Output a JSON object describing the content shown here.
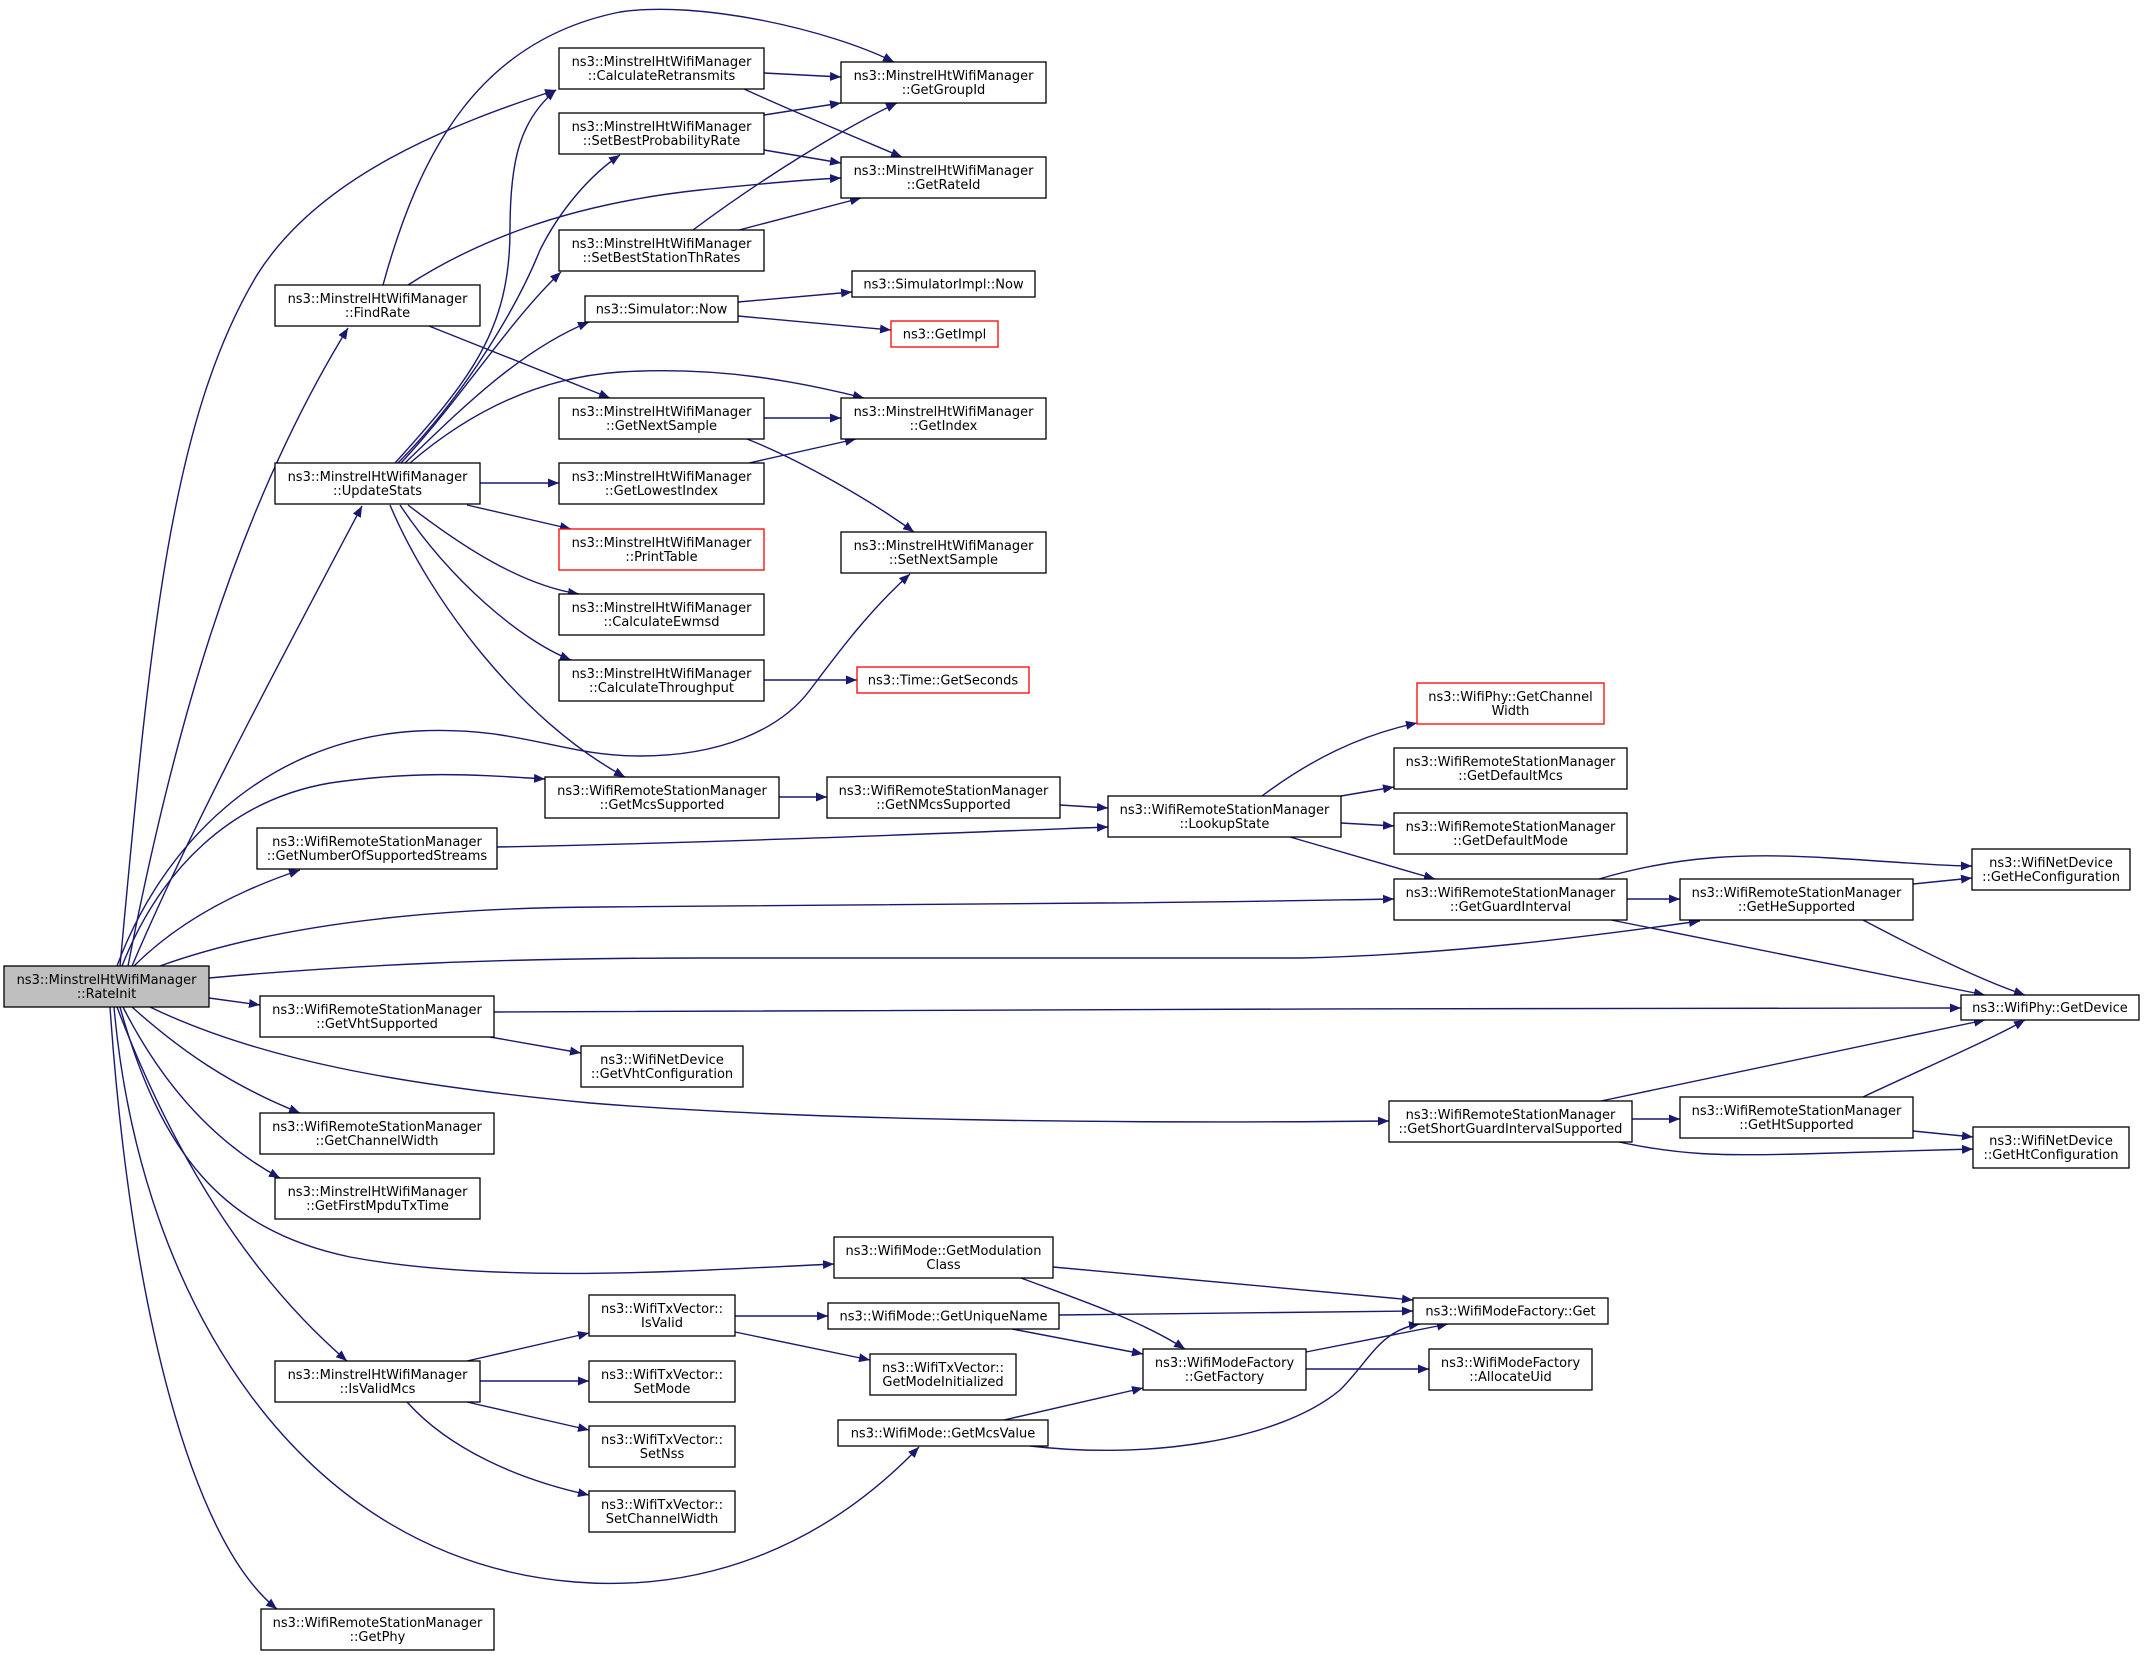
{
  "graph": {
    "type": "call-graph",
    "root": "rate_init",
    "colors": {
      "background": "#ffffff",
      "edge": "#191970",
      "node_border": "#000000",
      "node_fill": "#ffffff",
      "root_fill": "#bfbfbf",
      "truncated_border": "#ff0000",
      "text": "#000000"
    },
    "nodes": [
      {
        "id": "rate_init",
        "kind": "root",
        "lines": [
          "ns3::MinstrelHtWifiManager",
          "::RateInit"
        ]
      },
      {
        "id": "find_rate",
        "kind": "normal",
        "lines": [
          "ns3::MinstrelHtWifiManager",
          "::FindRate"
        ]
      },
      {
        "id": "update_stats",
        "kind": "normal",
        "lines": [
          "ns3::MinstrelHtWifiManager",
          "::UpdateStats"
        ]
      },
      {
        "id": "calculate_retransmits",
        "kind": "normal",
        "lines": [
          "ns3::MinstrelHtWifiManager",
          "::CalculateRetransmits"
        ]
      },
      {
        "id": "set_best_probability_rate",
        "kind": "normal",
        "lines": [
          "ns3::MinstrelHtWifiManager",
          "::SetBestProbabilityRate"
        ]
      },
      {
        "id": "set_best_station_th_rates",
        "kind": "normal",
        "lines": [
          "ns3::MinstrelHtWifiManager",
          "::SetBestStationThRates"
        ]
      },
      {
        "id": "simulator_now",
        "kind": "normal",
        "lines": [
          "ns3::Simulator::Now"
        ]
      },
      {
        "id": "get_next_sample",
        "kind": "normal",
        "lines": [
          "ns3::MinstrelHtWifiManager",
          "::GetNextSample"
        ]
      },
      {
        "id": "get_lowest_index",
        "kind": "normal",
        "lines": [
          "ns3::MinstrelHtWifiManager",
          "::GetLowestIndex"
        ]
      },
      {
        "id": "print_table",
        "kind": "truncated",
        "lines": [
          "ns3::MinstrelHtWifiManager",
          "::PrintTable"
        ]
      },
      {
        "id": "calculate_ewmsd",
        "kind": "normal",
        "lines": [
          "ns3::MinstrelHtWifiManager",
          "::CalculateEwmsd"
        ]
      },
      {
        "id": "calculate_throughput",
        "kind": "normal",
        "lines": [
          "ns3::MinstrelHtWifiManager",
          "::CalculateThroughput"
        ]
      },
      {
        "id": "get_group_id",
        "kind": "normal",
        "lines": [
          "ns3::MinstrelHtWifiManager",
          "::GetGroupId"
        ]
      },
      {
        "id": "get_rate_id",
        "kind": "normal",
        "lines": [
          "ns3::MinstrelHtWifiManager",
          "::GetRateId"
        ]
      },
      {
        "id": "simulator_impl_now",
        "kind": "normal",
        "lines": [
          "ns3::SimulatorImpl::Now"
        ]
      },
      {
        "id": "get_impl",
        "kind": "truncated",
        "lines": [
          "ns3::GetImpl"
        ]
      },
      {
        "id": "get_index",
        "kind": "normal",
        "lines": [
          "ns3::MinstrelHtWifiManager",
          "::GetIndex"
        ]
      },
      {
        "id": "set_next_sample",
        "kind": "normal",
        "lines": [
          "ns3::MinstrelHtWifiManager",
          "::SetNextSample"
        ]
      },
      {
        "id": "time_get_seconds",
        "kind": "truncated",
        "lines": [
          "ns3::Time::GetSeconds"
        ]
      },
      {
        "id": "get_mcs_supported",
        "kind": "normal",
        "lines": [
          "ns3::WifiRemoteStationManager",
          "::GetMcsSupported"
        ]
      },
      {
        "id": "get_number_of_supported_streams",
        "kind": "normal",
        "lines": [
          "ns3::WifiRemoteStationManager",
          "::GetNumberOfSupportedStreams"
        ]
      },
      {
        "id": "get_n_mcs_supported",
        "kind": "normal",
        "lines": [
          "ns3::WifiRemoteStationManager",
          "::GetNMcsSupported"
        ]
      },
      {
        "id": "lookup_state",
        "kind": "normal",
        "lines": [
          "ns3::WifiRemoteStationManager",
          "::LookupState"
        ]
      },
      {
        "id": "phy_get_channel_width",
        "kind": "truncated",
        "lines": [
          "ns3::WifiPhy::GetChannel",
          "Width"
        ]
      },
      {
        "id": "get_default_mcs",
        "kind": "normal",
        "lines": [
          "ns3::WifiRemoteStationManager",
          "::GetDefaultMcs"
        ]
      },
      {
        "id": "get_default_mode",
        "kind": "normal",
        "lines": [
          "ns3::WifiRemoteStationManager",
          "::GetDefaultMode"
        ]
      },
      {
        "id": "get_guard_interval",
        "kind": "normal",
        "lines": [
          "ns3::WifiRemoteStationManager",
          "::GetGuardInterval"
        ]
      },
      {
        "id": "get_he_supported",
        "kind": "normal",
        "lines": [
          "ns3::WifiRemoteStationManager",
          "::GetHeSupported"
        ]
      },
      {
        "id": "get_he_configuration",
        "kind": "normal",
        "lines": [
          "ns3::WifiNetDevice",
          "::GetHeConfiguration"
        ]
      },
      {
        "id": "phy_get_device",
        "kind": "normal",
        "lines": [
          "ns3::WifiPhy::GetDevice"
        ]
      },
      {
        "id": "get_vht_supported",
        "kind": "normal",
        "lines": [
          "ns3::WifiRemoteStationManager",
          "::GetVhtSupported"
        ]
      },
      {
        "id": "get_vht_configuration",
        "kind": "normal",
        "lines": [
          "ns3::WifiNetDevice",
          "::GetVhtConfiguration"
        ]
      },
      {
        "id": "get_short_guard_interval_supported",
        "kind": "normal",
        "lines": [
          "ns3::WifiRemoteStationManager",
          "::GetShortGuardIntervalSupported"
        ]
      },
      {
        "id": "get_ht_supported",
        "kind": "normal",
        "lines": [
          "ns3::WifiRemoteStationManager",
          "::GetHtSupported"
        ]
      },
      {
        "id": "get_ht_configuration",
        "kind": "normal",
        "lines": [
          "ns3::WifiNetDevice",
          "::GetHtConfiguration"
        ]
      },
      {
        "id": "rsm_get_channel_width",
        "kind": "normal",
        "lines": [
          "ns3::WifiRemoteStationManager",
          "::GetChannelWidth"
        ]
      },
      {
        "id": "get_first_mpdu_tx_time",
        "kind": "normal",
        "lines": [
          "ns3::MinstrelHtWifiManager",
          "::GetFirstMpduTxTime"
        ]
      },
      {
        "id": "get_modulation_class",
        "kind": "normal",
        "lines": [
          "ns3::WifiMode::GetModulation",
          "Class"
        ]
      },
      {
        "id": "wifi_mode_factory_get",
        "kind": "normal",
        "lines": [
          "ns3::WifiModeFactory::Get"
        ]
      },
      {
        "id": "is_valid",
        "kind": "normal",
        "lines": [
          "ns3::WifiTxVector::",
          "IsValid"
        ]
      },
      {
        "id": "get_unique_name",
        "kind": "normal",
        "lines": [
          "ns3::WifiMode::GetUniqueName"
        ]
      },
      {
        "id": "get_mode_initialized",
        "kind": "normal",
        "lines": [
          "ns3::WifiTxVector::",
          "GetModeInitialized"
        ]
      },
      {
        "id": "get_factory",
        "kind": "normal",
        "lines": [
          "ns3::WifiModeFactory",
          "::GetFactory"
        ]
      },
      {
        "id": "allocate_uid",
        "kind": "normal",
        "lines": [
          "ns3::WifiModeFactory",
          "::AllocateUid"
        ]
      },
      {
        "id": "is_valid_mcs",
        "kind": "normal",
        "lines": [
          "ns3::MinstrelHtWifiManager",
          "::IsValidMcs"
        ]
      },
      {
        "id": "set_mode",
        "kind": "normal",
        "lines": [
          "ns3::WifiTxVector::",
          "SetMode"
        ]
      },
      {
        "id": "get_mcs_value",
        "kind": "normal",
        "lines": [
          "ns3::WifiMode::GetMcsValue"
        ]
      },
      {
        "id": "set_nss",
        "kind": "normal",
        "lines": [
          "ns3::WifiTxVector::",
          "SetNss"
        ]
      },
      {
        "id": "set_channel_width",
        "kind": "normal",
        "lines": [
          "ns3::WifiTxVector::",
          "SetChannelWidth"
        ]
      },
      {
        "id": "get_phy",
        "kind": "normal",
        "lines": [
          "ns3::WifiRemoteStationManager",
          "::GetPhy"
        ]
      }
    ],
    "edges": [
      [
        "rate_init",
        "calculate_retransmits"
      ],
      [
        "rate_init",
        "find_rate"
      ],
      [
        "rate_init",
        "update_stats"
      ],
      [
        "rate_init",
        "set_next_sample"
      ],
      [
        "rate_init",
        "get_mcs_supported"
      ],
      [
        "rate_init",
        "get_number_of_supported_streams"
      ],
      [
        "rate_init",
        "get_guard_interval"
      ],
      [
        "rate_init",
        "get_he_supported"
      ],
      [
        "rate_init",
        "get_vht_supported"
      ],
      [
        "rate_init",
        "get_short_guard_interval_supported"
      ],
      [
        "rate_init",
        "rsm_get_channel_width"
      ],
      [
        "rate_init",
        "get_first_mpdu_tx_time"
      ],
      [
        "rate_init",
        "get_modulation_class"
      ],
      [
        "rate_init",
        "is_valid_mcs"
      ],
      [
        "rate_init",
        "get_mcs_value"
      ],
      [
        "rate_init",
        "get_phy"
      ],
      [
        "find_rate",
        "get_group_id"
      ],
      [
        "find_rate",
        "get_rate_id"
      ],
      [
        "find_rate",
        "get_next_sample"
      ],
      [
        "update_stats",
        "calculate_retransmits"
      ],
      [
        "update_stats",
        "set_best_probability_rate"
      ],
      [
        "update_stats",
        "set_best_station_th_rates"
      ],
      [
        "update_stats",
        "simulator_now"
      ],
      [
        "update_stats",
        "get_index"
      ],
      [
        "update_stats",
        "get_lowest_index"
      ],
      [
        "update_stats",
        "print_table"
      ],
      [
        "update_stats",
        "calculate_ewmsd"
      ],
      [
        "update_stats",
        "calculate_throughput"
      ],
      [
        "update_stats",
        "get_mcs_supported"
      ],
      [
        "calculate_retransmits",
        "get_group_id"
      ],
      [
        "calculate_retransmits",
        "get_rate_id"
      ],
      [
        "set_best_probability_rate",
        "get_group_id"
      ],
      [
        "set_best_probability_rate",
        "get_rate_id"
      ],
      [
        "set_best_station_th_rates",
        "get_group_id"
      ],
      [
        "set_best_station_th_rates",
        "get_rate_id"
      ],
      [
        "simulator_now",
        "simulator_impl_now"
      ],
      [
        "simulator_now",
        "get_impl"
      ],
      [
        "get_next_sample",
        "get_index"
      ],
      [
        "get_next_sample",
        "set_next_sample"
      ],
      [
        "get_lowest_index",
        "get_index"
      ],
      [
        "calculate_throughput",
        "time_get_seconds"
      ],
      [
        "get_mcs_supported",
        "get_n_mcs_supported"
      ],
      [
        "get_n_mcs_supported",
        "lookup_state"
      ],
      [
        "get_number_of_supported_streams",
        "lookup_state"
      ],
      [
        "lookup_state",
        "phy_get_channel_width"
      ],
      [
        "lookup_state",
        "get_default_mcs"
      ],
      [
        "lookup_state",
        "get_default_mode"
      ],
      [
        "lookup_state",
        "get_guard_interval"
      ],
      [
        "get_guard_interval",
        "get_he_supported"
      ],
      [
        "get_guard_interval",
        "get_he_configuration"
      ],
      [
        "get_guard_interval",
        "phy_get_device"
      ],
      [
        "get_he_supported",
        "get_he_configuration"
      ],
      [
        "get_he_supported",
        "phy_get_device"
      ],
      [
        "get_vht_supported",
        "phy_get_device"
      ],
      [
        "get_vht_supported",
        "get_vht_configuration"
      ],
      [
        "get_short_guard_interval_supported",
        "phy_get_device"
      ],
      [
        "get_short_guard_interval_supported",
        "get_ht_supported"
      ],
      [
        "get_short_guard_interval_supported",
        "get_ht_configuration"
      ],
      [
        "get_ht_supported",
        "phy_get_device"
      ],
      [
        "get_ht_supported",
        "get_ht_configuration"
      ],
      [
        "get_modulation_class",
        "wifi_mode_factory_get"
      ],
      [
        "get_modulation_class",
        "get_factory"
      ],
      [
        "is_valid",
        "get_unique_name"
      ],
      [
        "is_valid",
        "get_mode_initialized"
      ],
      [
        "is_valid_mcs",
        "is_valid"
      ],
      [
        "is_valid_mcs",
        "set_mode"
      ],
      [
        "is_valid_mcs",
        "set_nss"
      ],
      [
        "is_valid_mcs",
        "set_channel_width"
      ],
      [
        "get_unique_name",
        "wifi_mode_factory_get"
      ],
      [
        "get_unique_name",
        "get_factory"
      ],
      [
        "get_factory",
        "wifi_mode_factory_get"
      ],
      [
        "get_factory",
        "allocate_uid"
      ],
      [
        "get_mcs_value",
        "get_factory"
      ],
      [
        "get_mcs_value",
        "wifi_mode_factory_get"
      ]
    ]
  }
}
